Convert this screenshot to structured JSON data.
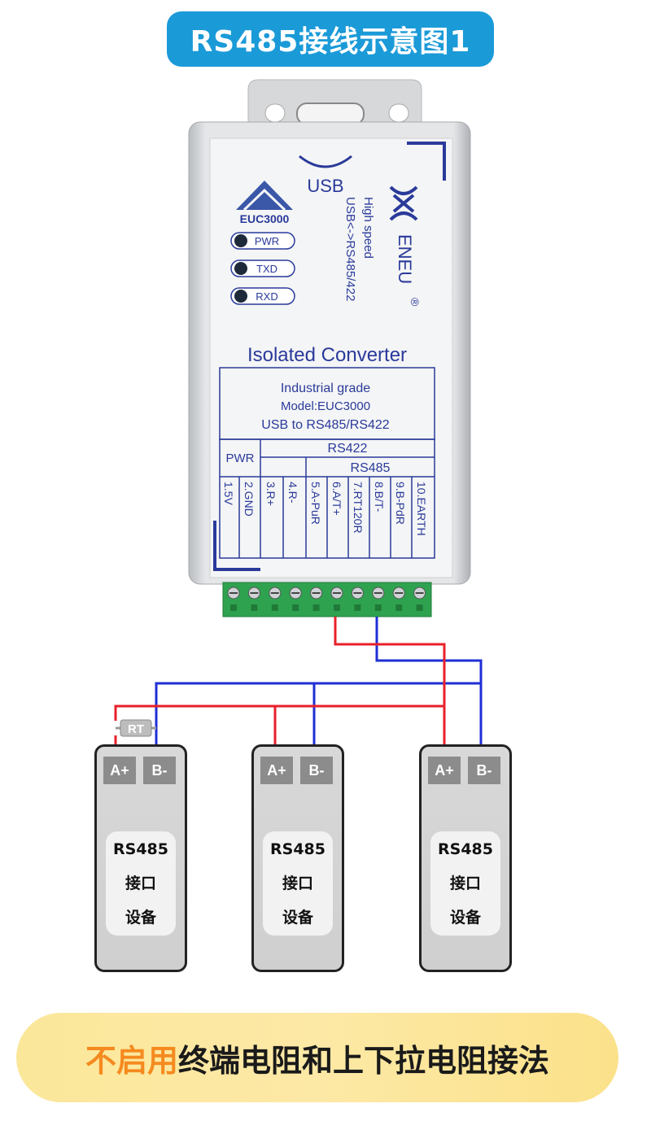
{
  "title": "RS485接线示意图1",
  "converter": {
    "brand_model": "EUC3000",
    "leds": [
      "PWR",
      "TXD",
      "RXD"
    ],
    "usb_label": "USB",
    "speed_line1": "High speed",
    "speed_line2": "USB<->RS485/422",
    "brand": "ENEU",
    "registered": "®",
    "product_name": "Isolated Converter",
    "info_lines": [
      "Industrial grade",
      "Model:EUC3000",
      "USB to RS485/RS422"
    ],
    "group_pwr": "PWR",
    "group_rs422": "RS422",
    "group_rs485": "RS485",
    "pins": [
      "1.5V",
      "2.GND",
      "3.R+",
      "4.R-",
      "5.A-PuR",
      "6.A/T+",
      "7.RT120R",
      "8.B/T-",
      "9.B-PdR",
      "10.EARTH"
    ]
  },
  "resistor_label": "RT",
  "devices": [
    {
      "a": "A+",
      "b": "B-",
      "line1": "RS485",
      "line2": "接口",
      "line3": "设备"
    },
    {
      "a": "A+",
      "b": "B-",
      "line1": "RS485",
      "line2": "接口",
      "line3": "设备"
    },
    {
      "a": "A+",
      "b": "B-",
      "line1": "RS485",
      "line2": "接口",
      "line3": "设备"
    }
  ],
  "footer": {
    "highlight": "不启用",
    "rest": "终端电阻和上下拉电阻接法"
  },
  "colors": {
    "title_bg": "#1b9ad8",
    "wire_a": "#e8202a",
    "wire_b": "#1f2fd6",
    "label_blue": "#2a3a9a",
    "footer_highlight": "#f58a1f"
  }
}
